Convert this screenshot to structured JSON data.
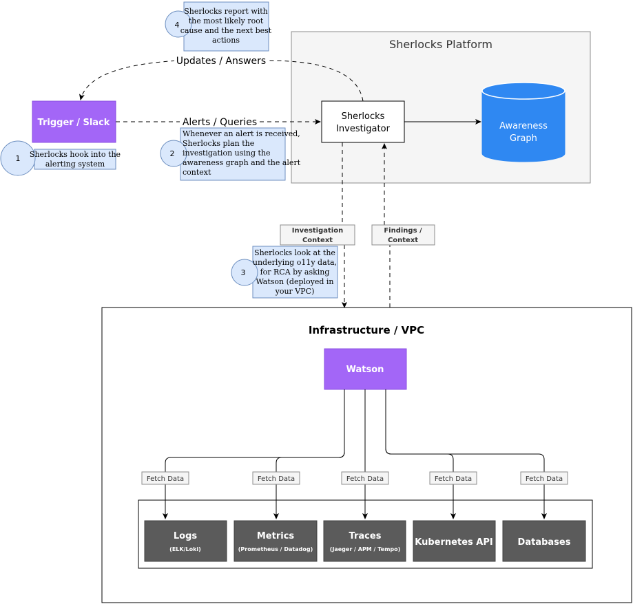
{
  "platform": {
    "title": "Sherlocks Platform"
  },
  "investigator": {
    "line1": "Sherlocks",
    "line2": "Investigator"
  },
  "awareness_graph": {
    "line1": "Awareness",
    "line2": "Graph"
  },
  "trigger": {
    "label": "Trigger / Slack"
  },
  "edges": {
    "updates": "Updates / Answers",
    "alerts": "Alerts / Queries",
    "investigation_context": {
      "line1": "Investigation",
      "line2": "Context"
    },
    "findings_context": {
      "line1": "Findings /",
      "line2": "Context"
    }
  },
  "steps": [
    {
      "number": "1",
      "lines": [
        "Sherlocks hook into the",
        "alerting system"
      ]
    },
    {
      "number": "2",
      "lines": [
        "Whenever an alert is received,",
        "Sherlocks plan the",
        "investigation using the",
        "awareness graph and the alert",
        "context"
      ]
    },
    {
      "number": "3",
      "lines": [
        "Sherlocks look at the",
        "underlying o11y data,",
        "for RCA by asking",
        "Watson (deployed in",
        "your VPC)"
      ]
    },
    {
      "number": "4",
      "lines": [
        "Sherlocks report with",
        "the most likely root",
        "cause and the next best",
        "actions"
      ]
    }
  ],
  "infrastructure": {
    "title": "Infrastructure / VPC"
  },
  "watson": {
    "label": "Watson"
  },
  "fetch_label": "Fetch Data",
  "sources": [
    {
      "title": "Logs",
      "subtitle": "(ELK/Loki)"
    },
    {
      "title": "Metrics",
      "subtitle": "(Prometheus / Datadog)"
    },
    {
      "title": "Traces",
      "subtitle": "(Jaeger / APM / Tempo)"
    },
    {
      "title": "Kubernetes API",
      "subtitle": ""
    },
    {
      "title": "Databases",
      "subtitle": ""
    }
  ],
  "colors": {
    "purple": "#a366f7",
    "blue": "#2f88f2",
    "note_fill": "#dae8fc",
    "note_stroke": "#6c8ebf",
    "dark_box": "#5b5b5b",
    "platform_fill": "#f5f5f5"
  }
}
